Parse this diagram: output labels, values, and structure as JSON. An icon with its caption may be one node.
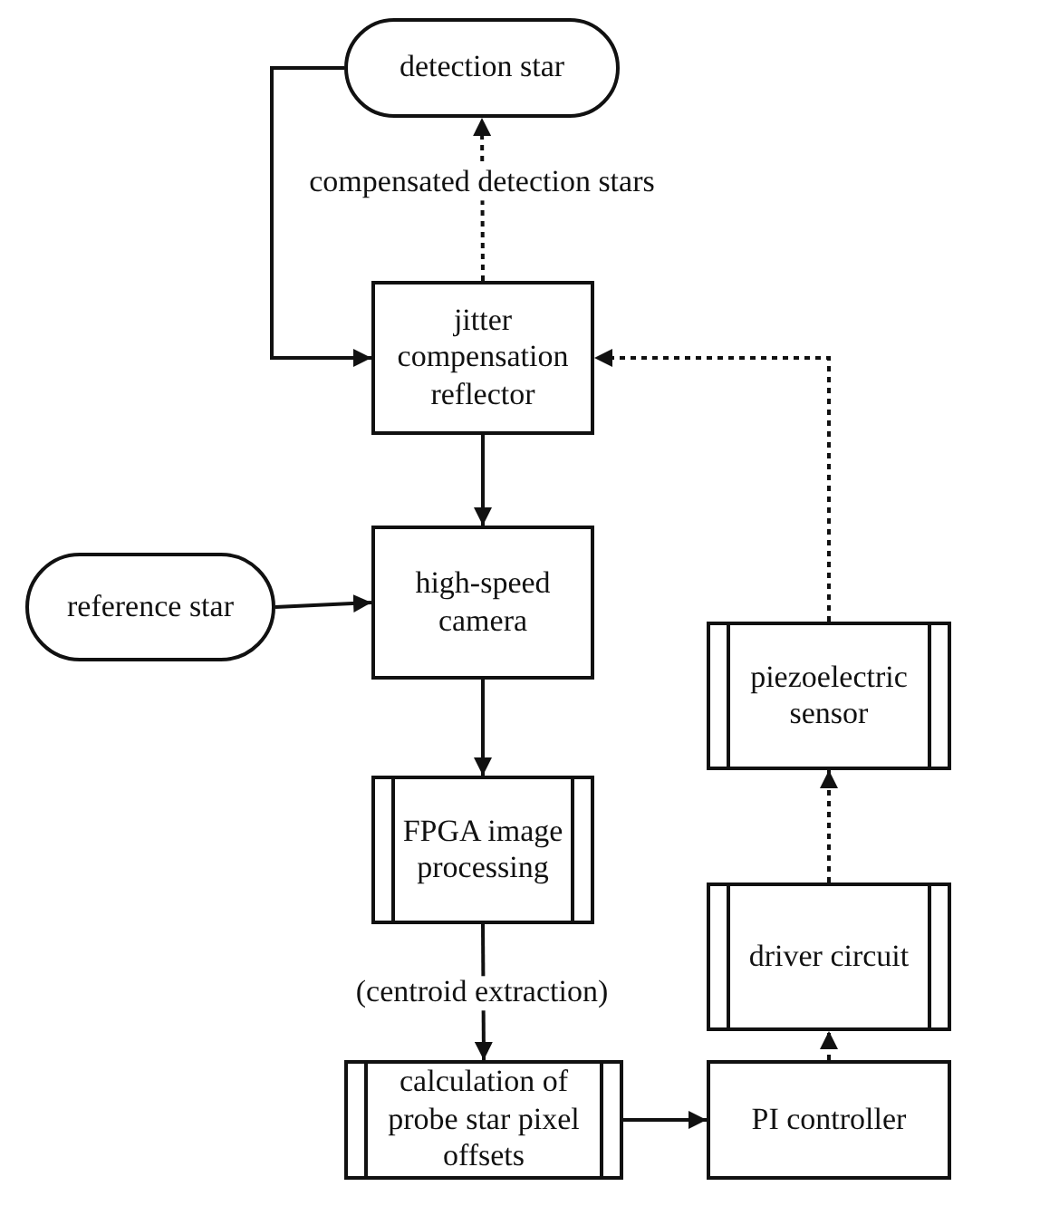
{
  "diagram": {
    "nodes": [
      {
        "text": [
          "detection star"
        ]
      },
      {
        "text": [
          "jitter compensation reflector"
        ]
      },
      {
        "text": [
          "reference star"
        ]
      },
      {
        "text": [
          "high-speed camera"
        ]
      },
      {
        "text": [
          "piezoelectric sensor"
        ]
      },
      {
        "text": [
          "FPGA image processing"
        ]
      },
      {
        "text": [
          "driver circuit"
        ]
      },
      {
        "text": [
          "calculation of probe star pixel offsets"
        ]
      },
      {
        "text": [
          "PI controller"
        ]
      }
    ],
    "edges": [
      {
        "from": 1,
        "to": 0,
        "arrow": "to",
        "style": "dashed",
        "label": "compensated detection stars"
      },
      {
        "from": 0,
        "to": 1,
        "arrow": "to"
      },
      {
        "from": 1,
        "to": 3,
        "arrow": "to"
      },
      {
        "from": 2,
        "to": 3,
        "arrow": "to"
      },
      {
        "from": 3,
        "to": 5,
        "arrow": "to"
      },
      {
        "from": 5,
        "to": 7,
        "arrow": "to",
        "label": "(centroid extraction)"
      },
      {
        "from": 7,
        "to": 8,
        "arrow": "to"
      },
      {
        "from": 8,
        "to": 6,
        "arrow": "to",
        "style": "dashed"
      },
      {
        "from": 6,
        "to": 4,
        "arrow": "to",
        "style": "dashed"
      },
      {
        "from": 4,
        "to": 1,
        "arrow": "to",
        "style": "dashed"
      }
    ]
  }
}
